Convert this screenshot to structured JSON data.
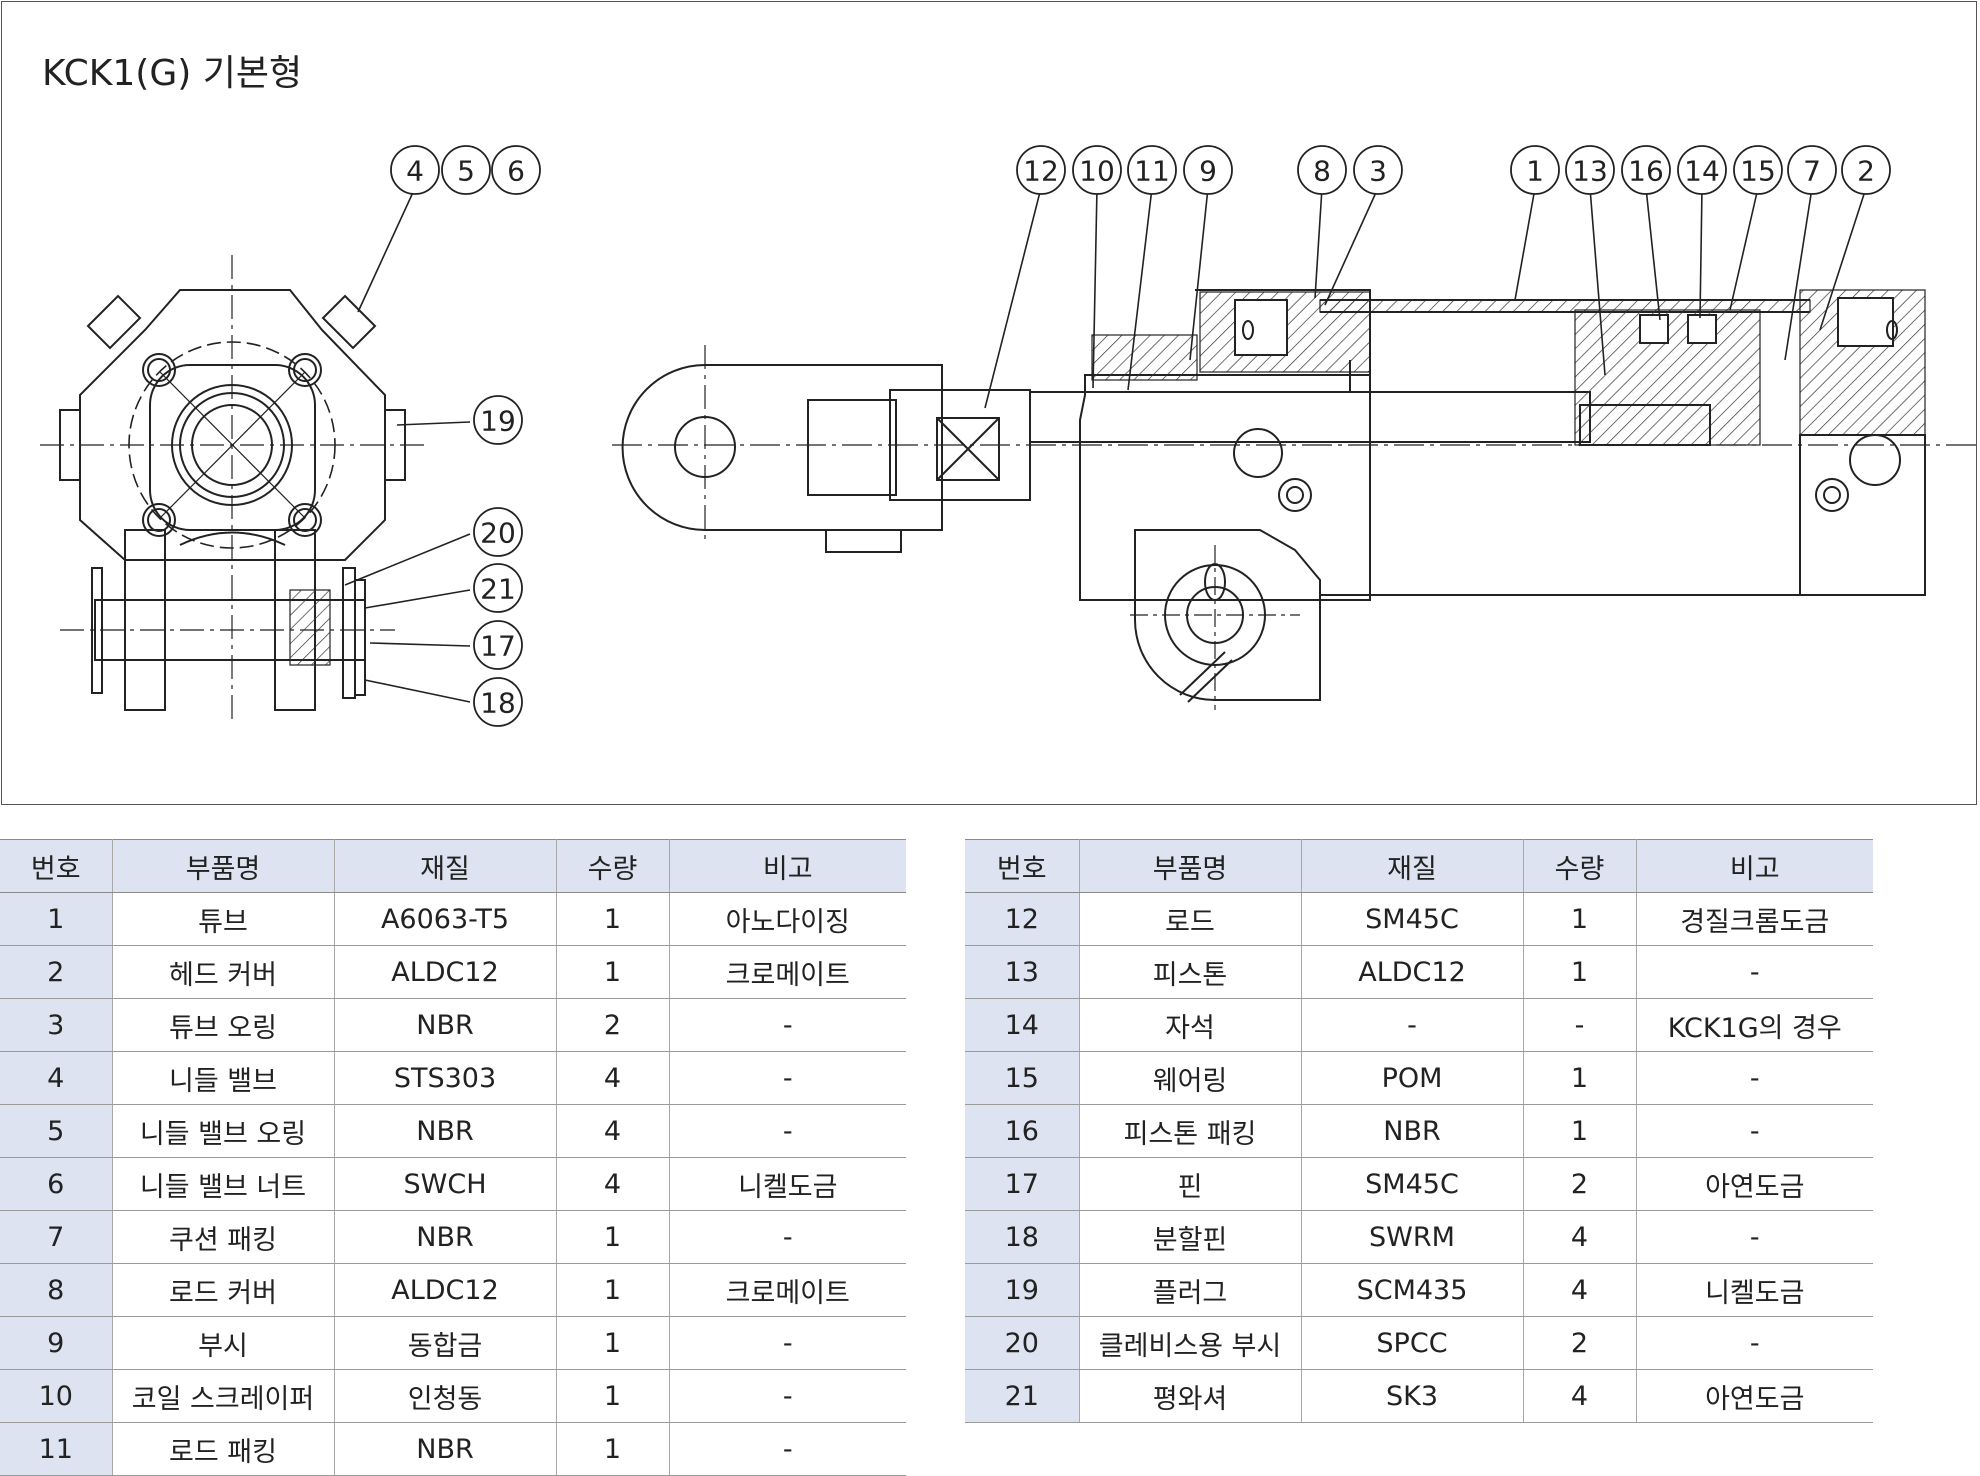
{
  "title": "KCK1(G) 기본형",
  "callouts": [
    "4",
    "5",
    "6",
    "19",
    "20",
    "21",
    "17",
    "18",
    "12",
    "10",
    "11",
    "9",
    "8",
    "3",
    "1",
    "13",
    "16",
    "14",
    "15",
    "7",
    "2"
  ],
  "table_headers": [
    "번호",
    "부품명",
    "재질",
    "수량",
    "비고"
  ],
  "parts_left": [
    [
      "1",
      "튜브",
      "A6063-T5",
      "1",
      "아노다이징"
    ],
    [
      "2",
      "헤드 커버",
      "ALDC12",
      "1",
      "크로메이트"
    ],
    [
      "3",
      "튜브 오링",
      "NBR",
      "2",
      "-"
    ],
    [
      "4",
      "니들 밸브",
      "STS303",
      "4",
      "-"
    ],
    [
      "5",
      "니들 밸브 오링",
      "NBR",
      "4",
      "-"
    ],
    [
      "6",
      "니들 밸브 너트",
      "SWCH",
      "4",
      "니켈도금"
    ],
    [
      "7",
      "쿠션 패킹",
      "NBR",
      "1",
      "-"
    ],
    [
      "8",
      "로드 커버",
      "ALDC12",
      "1",
      "크로메이트"
    ],
    [
      "9",
      "부시",
      "동합금",
      "1",
      "-"
    ],
    [
      "10",
      "코일 스크레이퍼",
      "인청동",
      "1",
      "-"
    ],
    [
      "11",
      "로드 패킹",
      "NBR",
      "1",
      "-"
    ]
  ],
  "parts_right": [
    [
      "12",
      "로드",
      "SM45C",
      "1",
      "경질크롬도금"
    ],
    [
      "13",
      "피스톤",
      "ALDC12",
      "1",
      "-"
    ],
    [
      "14",
      "자석",
      "-",
      "-",
      "KCK1G의 경우"
    ],
    [
      "15",
      "웨어링",
      "POM",
      "1",
      "-"
    ],
    [
      "16",
      "피스톤 패킹",
      "NBR",
      "1",
      "-"
    ],
    [
      "17",
      "핀",
      "SM45C",
      "2",
      "아연도금"
    ],
    [
      "18",
      "분할핀",
      "SWRM",
      "4",
      "-"
    ],
    [
      "19",
      "플러그",
      "SCM435",
      "4",
      "니켈도금"
    ],
    [
      "20",
      "클레비스용 부시",
      "SPCC",
      "2",
      "-"
    ],
    [
      "21",
      "평와셔",
      "SK3",
      "4",
      "아연도금"
    ]
  ]
}
